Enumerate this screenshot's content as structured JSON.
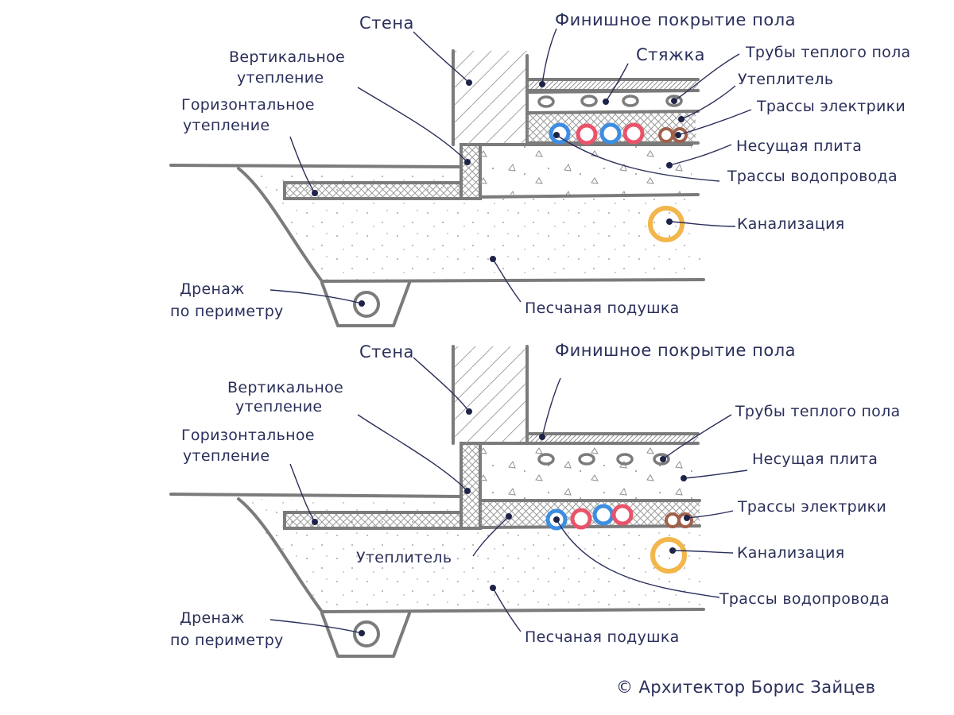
{
  "colors": {
    "outline": "#7b7b7b",
    "ink": "#2a2f5a",
    "water_blue": "#3d8ee0",
    "water_red": "#e9546a",
    "sewer": "#f2b64a",
    "electric": "#a0604a"
  },
  "top": {
    "wall": "Стена",
    "finish": "Финишное покрытие пола",
    "screed": "Стяжка",
    "heating_pipes": "Трубы теплого пола",
    "insulation": "Утеплитель",
    "electric": "Трассы электрики",
    "slab": "Несущая плита",
    "water": "Трассы водопровода",
    "sewer": "Канализация",
    "sand": "Песчаная подушка",
    "vert_ins_1": "Вертикальное",
    "vert_ins_2": "утепление",
    "horiz_ins_1": "Горизонтальное",
    "horiz_ins_2": "утепление",
    "drain_1": "Дренаж",
    "drain_2": "по периметру"
  },
  "bottom": {
    "wall": "Стена",
    "finish": "Финишное покрытие пола",
    "heating_pipes": "Трубы теплого пола",
    "slab": "Несущая плита",
    "electric": "Трассы электрики",
    "sewer": "Канализация",
    "water": "Трассы водопровода",
    "insulation": "Утеплитель",
    "sand": "Песчаная подушка",
    "vert_ins_1": "Вертикальное",
    "vert_ins_2": "утепление",
    "horiz_ins_1": "Горизонтальное",
    "horiz_ins_2": "утепление",
    "drain_1": "Дренаж",
    "drain_2": "по периметру"
  },
  "copyright": "© Архитектор Борис Зайцев"
}
